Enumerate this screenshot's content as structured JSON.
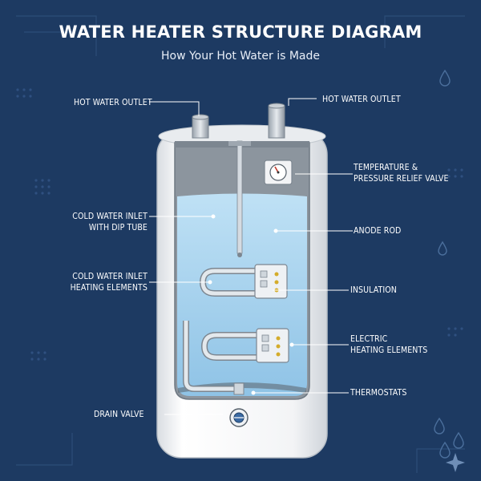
{
  "header": {
    "title": "WATER HEATER STRUCTURE DIAGRAM",
    "subtitle": "How Your Hot Water is Made"
  },
  "labels": {
    "hot_water_outlet_left": "HOT WATER OUTLET",
    "hot_water_outlet_right": "HOT WATER OUTLET",
    "tpr_valve": "TEMPERATURE &\nPRESSURE RELIEF VALVE",
    "cold_water_inlet_dip_tube": "COLD WATER INLET\nWITH DIP TUBE",
    "anode_rod": "ANODE ROD",
    "cold_water_inlet_heating": "COLD WATER INLET\nHEATING ELEMENTS",
    "insulation": "INSULATION",
    "electric_heating_elements": "ELECTRIC\nHEATING ELEMENTS",
    "thermostats": "THERMOSTATS",
    "drain_valve": "DRAIN VALVE"
  },
  "colors": {
    "background": "#1d3a62",
    "tank_shell": "#f4f5f7",
    "tank_interior": "#8b949d",
    "water": "#a9d3ef",
    "leader": "#ffffff"
  },
  "icons": [
    "water-drop-icon",
    "sparkle-icon",
    "gauge-icon"
  ]
}
